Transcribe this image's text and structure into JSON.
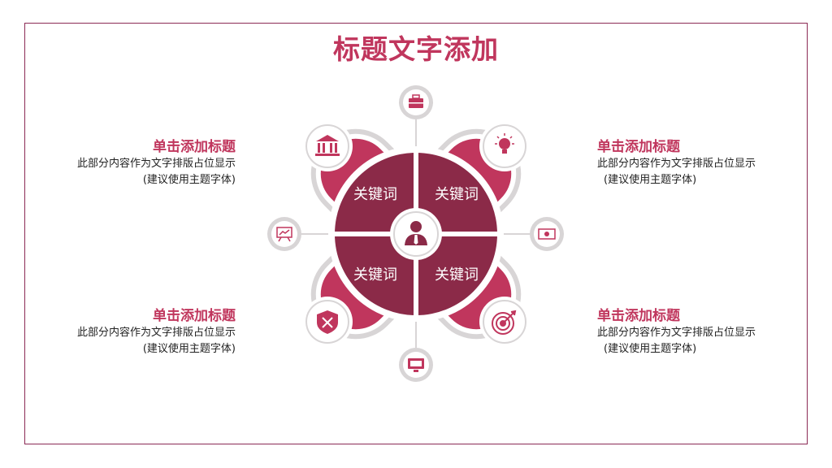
{
  "title": "标题文字添加",
  "center_keywords": [
    "关键词",
    "关键词",
    "关键词",
    "关键词"
  ],
  "blocks": [
    {
      "heading": "单击添加标题",
      "line1": "此部分内容作为文字排版占位显示",
      "line2": "(建议使用主题字体)"
    },
    {
      "heading": "单击添加标题",
      "line1": "此部分内容作为文字排版占位显示",
      "line2": "(建议使用主题字体)"
    },
    {
      "heading": "单击添加标题",
      "line1": "此部分内容作为文字排版占位显示",
      "line2": "(建议使用主题字体)"
    },
    {
      "heading": "单击添加标题",
      "line1": "此部分内容作为文字排版占位显示",
      "line2": "(建议使用主题字体)"
    }
  ],
  "icons": {
    "petals": [
      "bank-icon",
      "lightbulb-icon",
      "shield-tools-icon",
      "target-icon"
    ],
    "satellites": [
      "briefcase-icon",
      "money-icon",
      "monitor-icon",
      "presentation-icon"
    ],
    "center": "person-icon"
  },
  "colors": {
    "accent": "#c0365d",
    "dark": "#8b2a48",
    "ring": "#d8d5d6",
    "frame": "#8b2a55"
  }
}
